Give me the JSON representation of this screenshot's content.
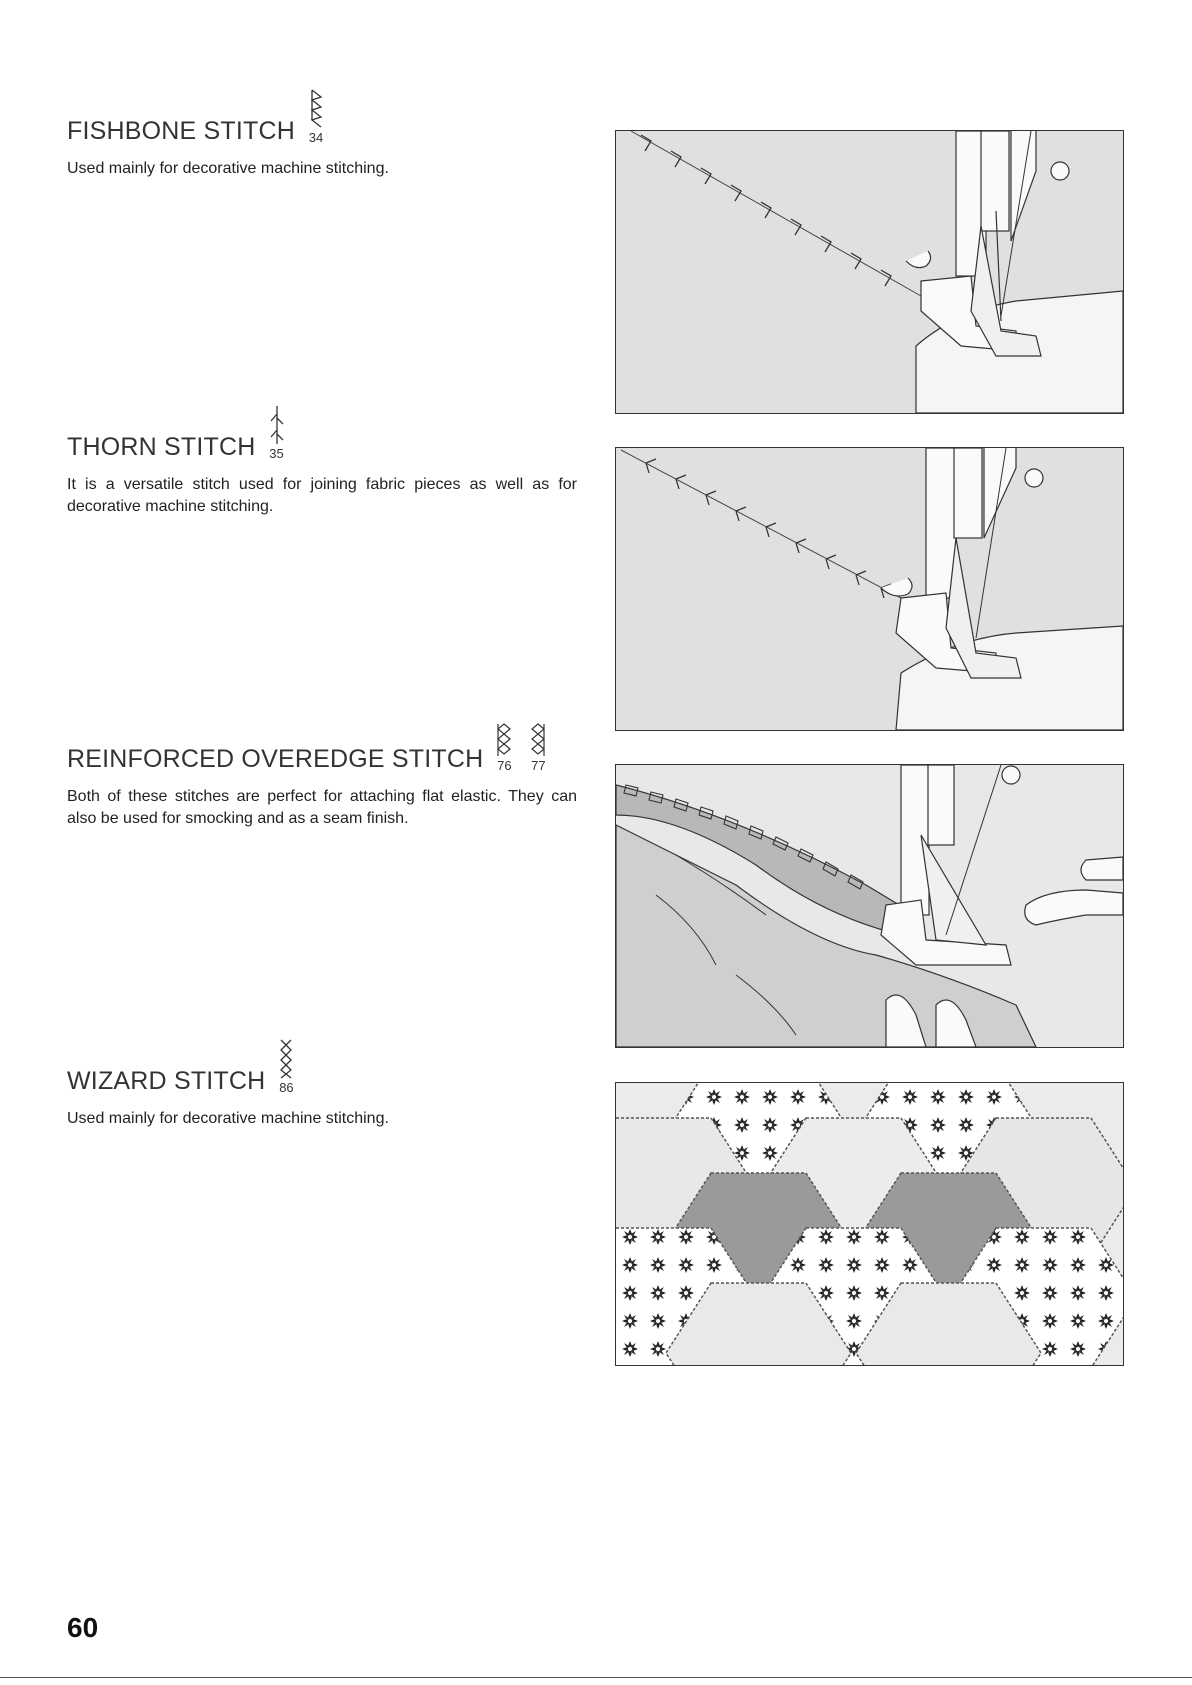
{
  "sections": [
    {
      "title": "FISHBONE STITCH",
      "numbers": [
        "34"
      ],
      "description": "Used mainly for decorative machine stitching."
    },
    {
      "title": "THORN STITCH",
      "numbers": [
        "35"
      ],
      "description": "It is a versatile stitch used for joining fabric pieces as well as for decorative machine stitching."
    },
    {
      "title": "REINFORCED OVEREDGE STITCH",
      "numbers": [
        "76",
        "77"
      ],
      "description": "Both of these stitches are perfect for attaching flat elastic. They can also be used for smocking and as a seam finish."
    },
    {
      "title": "WIZARD STITCH",
      "numbers": [
        "86"
      ],
      "description": "Used mainly for decorative machine stitching."
    }
  ],
  "page_number": "60",
  "colors": {
    "fabric": "#e0e0e0",
    "fabric_dark": "#bdbdbd",
    "hex_dark": "#9a9a9a",
    "line": "#333333"
  }
}
